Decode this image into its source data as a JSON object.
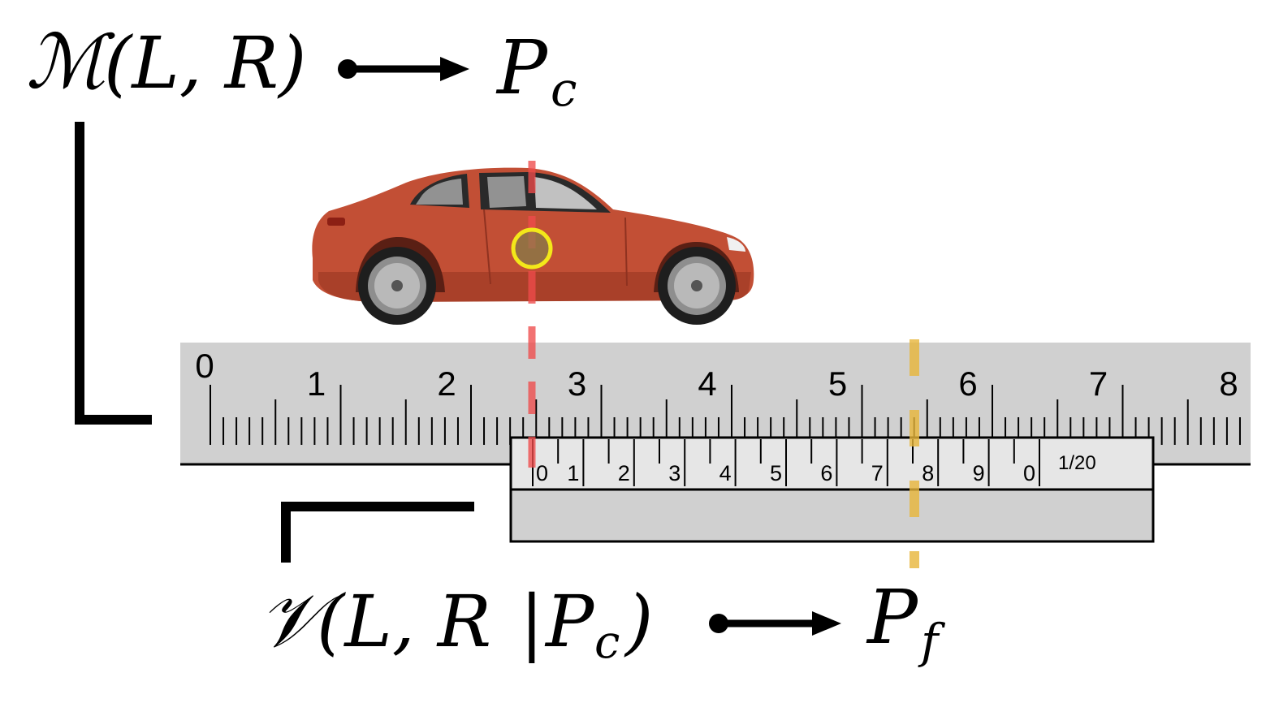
{
  "formulas": {
    "coarse": {
      "model": "ℳ",
      "args": "(L, R)",
      "output": "P",
      "output_sub": "c"
    },
    "fine": {
      "model": "𝒱",
      "args_main": "(L, R",
      "args_bar": "|",
      "args_cond": "P",
      "args_cond_sub": "c",
      "args_close": ")",
      "output": "P",
      "output_sub": "f"
    }
  },
  "main_scale": {
    "numbers": [
      "0",
      "1",
      "2",
      "3",
      "4",
      "5",
      "6",
      "7",
      "8"
    ]
  },
  "vernier_scale": {
    "numbers": [
      "0",
      "1",
      "2",
      "3",
      "4",
      "5",
      "6",
      "7",
      "8",
      "9",
      "0"
    ],
    "label": "1/20"
  },
  "colors": {
    "coarse_marker": "#ef4b4b",
    "fine_marker": "#e8b63a",
    "target_ring": "#f3e81a",
    "ruler_fill": "#d0d0d0",
    "vernier_fill": "#e6e6e6",
    "car_body": "#c24f35"
  },
  "icons": {
    "car": "car-icon",
    "target": "target-circle-icon"
  }
}
